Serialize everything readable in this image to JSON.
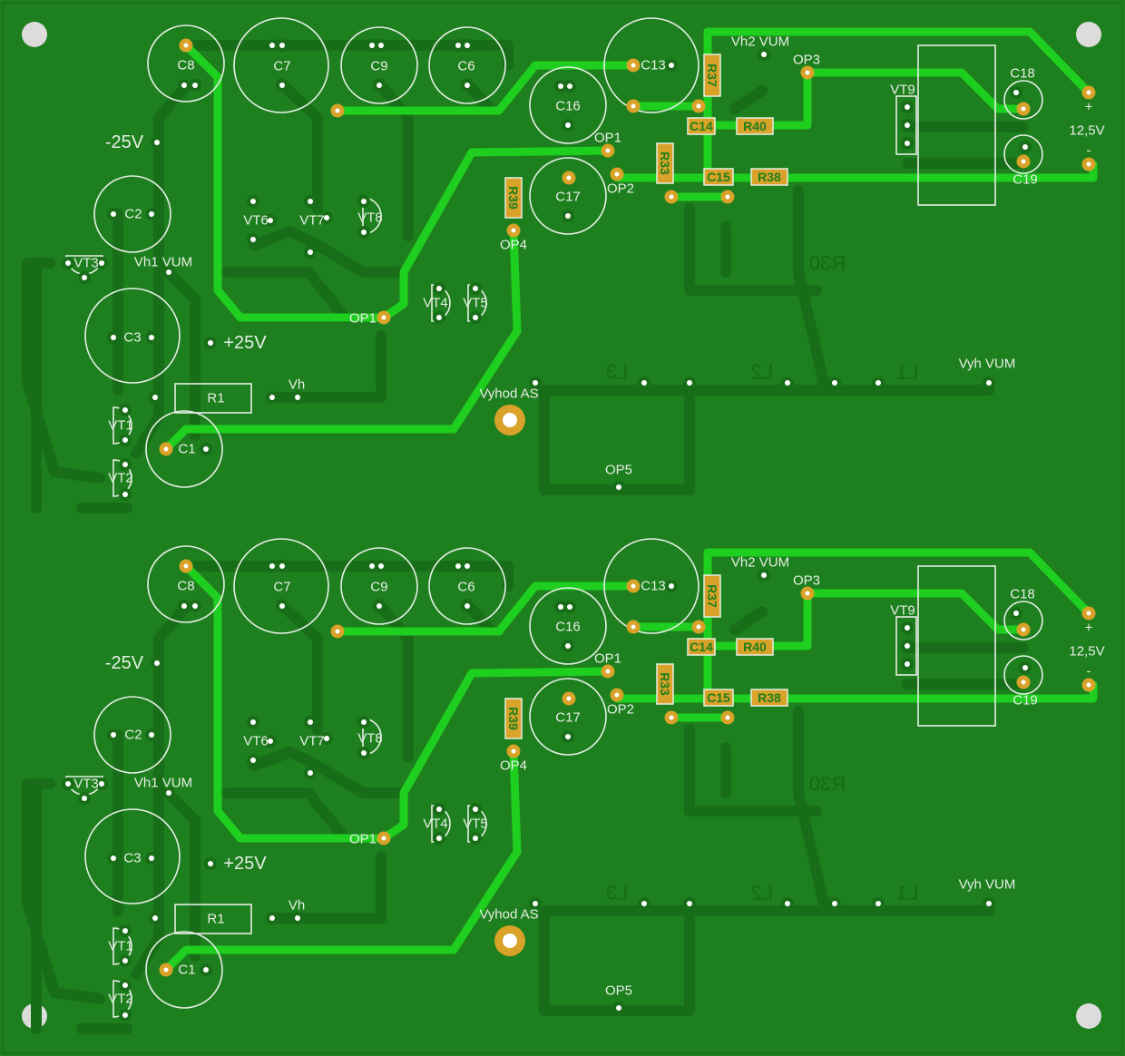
{
  "colors": {
    "board": "#1d7f1d",
    "trace_bright": "#1fcf1f",
    "trace_dark": "#186e18",
    "silkscreen": "#e6efe6",
    "pad_gold": "#d9a228",
    "mounting_hole": "#dcdcdc"
  },
  "board": {
    "labels": {
      "c8": "C8",
      "c7": "C7",
      "c9": "C9",
      "c6": "C6",
      "c13": "C13",
      "c16": "C16",
      "c17": "C17",
      "c2": "C2",
      "c3": "C3",
      "c1": "C1",
      "c18": "C18",
      "c19": "C19",
      "vt1": "VT1",
      "vt2": "VT2",
      "vt3": "VT3",
      "vt4": "VT4",
      "vt5": "VT5",
      "vt6": "VT6",
      "vt7": "VT7",
      "vt8": "VT8",
      "vt9": "VT9",
      "vh1_vum": "Vh1 VUM",
      "vh2_vum": "Vh2 VUM",
      "vyh_vum": "Vyh VUM",
      "vyhod_as": "Vyhod AS",
      "neg25v": "-25V",
      "pos25v": "+25V",
      "v12_5": "12,5V",
      "plus": "+",
      "minus": "-",
      "r1": "R1",
      "vh": "Vh",
      "op1": "OP1",
      "op2": "OP2",
      "op3": "OP3",
      "op4": "OP4",
      "op5": "OP5",
      "r37": "R37",
      "r33": "R33",
      "r39": "R39",
      "r40": "R40",
      "r38": "R38",
      "c14": "C14",
      "c15": "C15",
      "l1": "L1",
      "l2": "L2",
      "l3": "L3",
      "r30": "R30"
    }
  }
}
